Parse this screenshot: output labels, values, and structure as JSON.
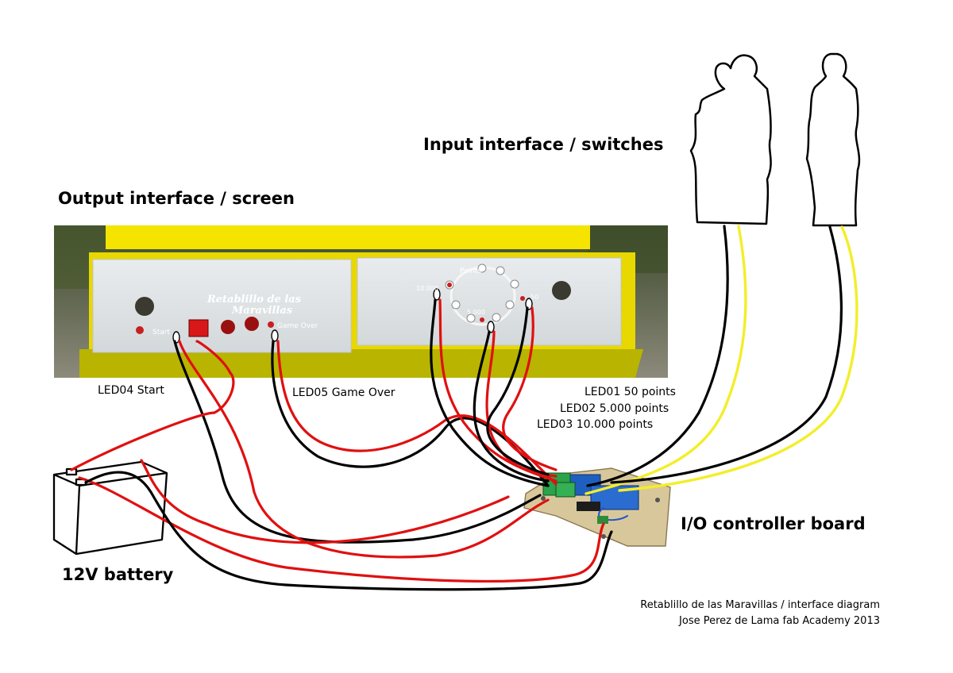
{
  "titles": {
    "output": "Output interface / screen",
    "input": "Input interface / switches",
    "controller": "I/O controller board",
    "battery": "12V battery"
  },
  "panel": {
    "left_text_line1": "Retablillo de las",
    "left_text_line2": "Maravillas",
    "start_text": "Start",
    "game_over_text": "Game Over",
    "points_text": "Points",
    "mark_10000": "10.000",
    "mark_5000": "5.000",
    "mark_50": "50"
  },
  "leds": {
    "led04": "LED04 Start",
    "led05": "LED05 Game Over",
    "led01": "LED01 50 points",
    "led02": "LED02 5.000 points",
    "led03": "LED03 10.000 points"
  },
  "credits": {
    "line1": "Retablillo de las Maravillas / interface diagram",
    "line2": "Jose Perez de Lama fab Academy 2013"
  },
  "colors": {
    "wire_red": "#e01010",
    "wire_black": "#000000",
    "wire_yellow": "#f3ee2a",
    "cabinet_yellow": "#f4e400",
    "panel_glass": "#dfe3e6"
  }
}
